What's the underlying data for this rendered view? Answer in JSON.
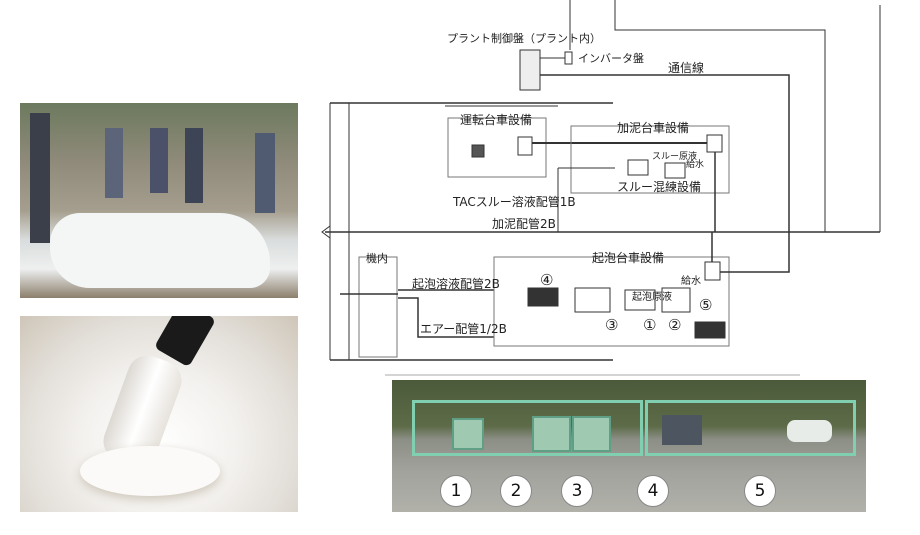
{
  "diagram": {
    "plant_control_panel": "プラント制御盤（プラント内）",
    "inverter_panel": "インバータ盤",
    "comm_line": "通信線",
    "operation_cart": "運転台車設備",
    "mud_cart": "加泥台車設備",
    "slurry_stock": "スルー原液",
    "water_supply_1": "給水",
    "slurry_mixing": "スルー混練設備",
    "tac_pipe": "TACスルー溶液配管1B",
    "mud_pipe": "加泥配管2B",
    "machine_inside": "機内",
    "foam_cart": "起泡台車設備",
    "foam_solution_pipe": "起泡溶液配管2B",
    "air_pipe": "エアー配管1/2B",
    "foam_stock": "起泡原液",
    "water_supply_2": "給水",
    "markers": [
      "④",
      "③",
      "①",
      "②",
      "⑤"
    ]
  },
  "equipment_photo": {
    "labels": [
      "1",
      "2",
      "3",
      "4",
      "5"
    ]
  }
}
